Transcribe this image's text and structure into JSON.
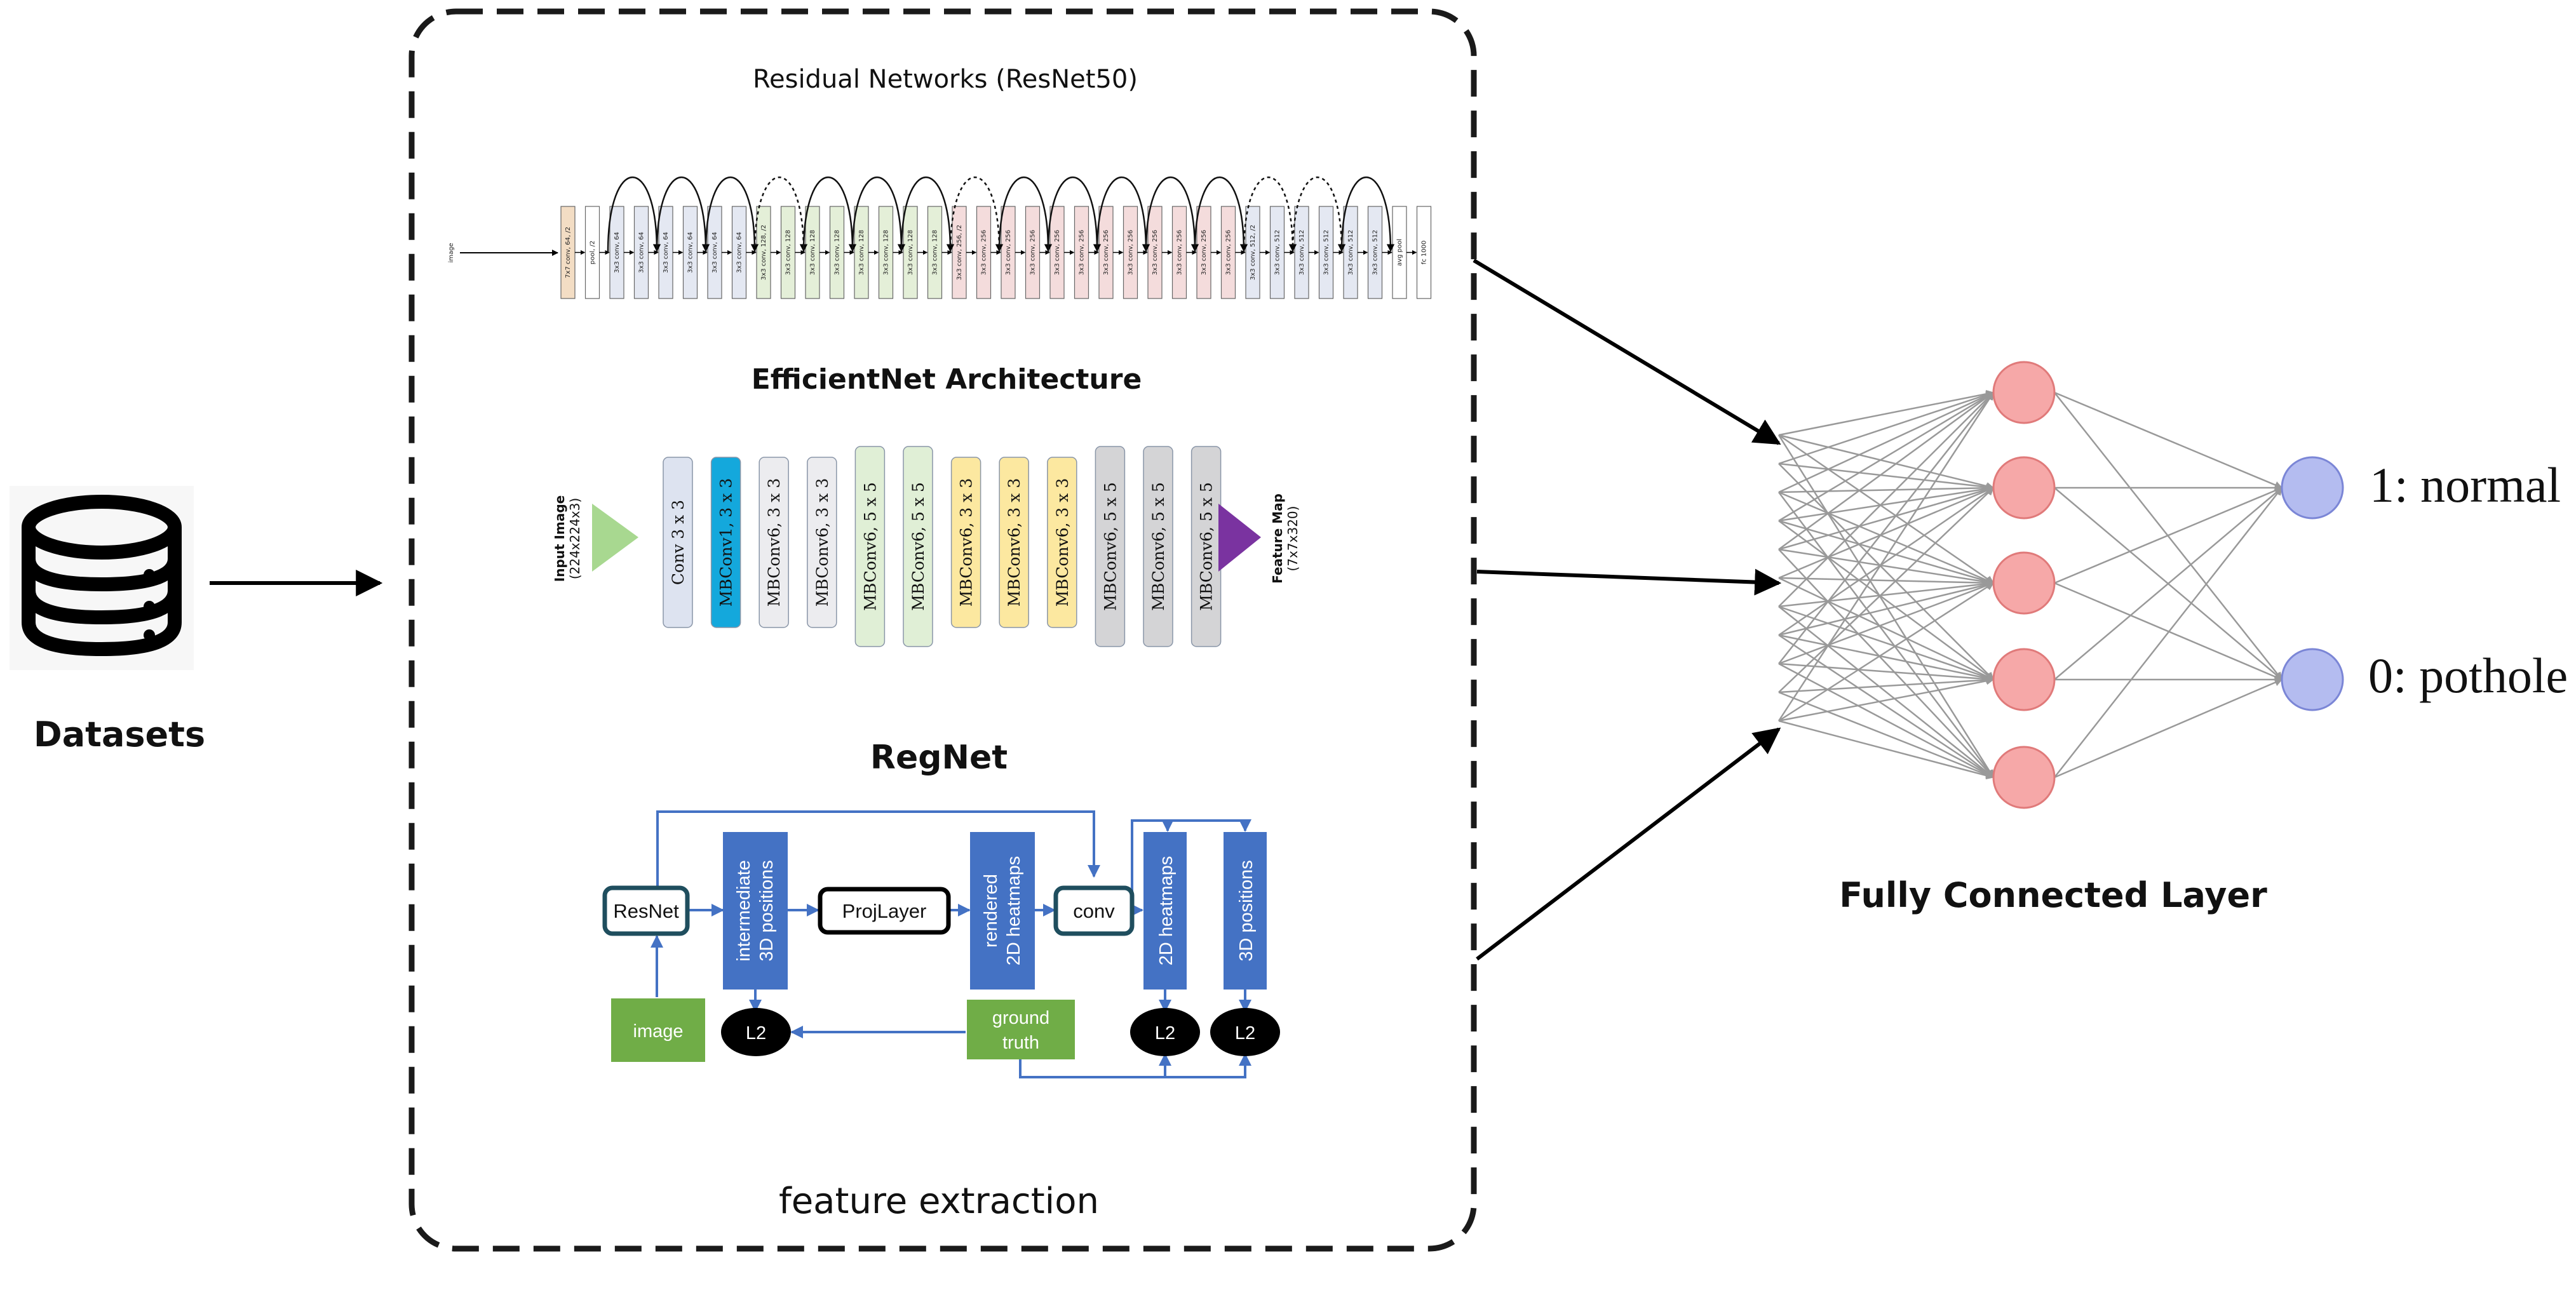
{
  "datasets": {
    "label": "Datasets",
    "icon": "database-icon"
  },
  "feature_box": {
    "caption": "feature extraction"
  },
  "resnet": {
    "title": "Residual Networks (ResNet50)",
    "input_label": "image",
    "blocks": [
      {
        "label": "7x7 conv, 64, /2",
        "group": "stem"
      },
      {
        "label": "pool, /2",
        "group": "pool"
      },
      {
        "label": "3x3 conv, 64",
        "group": "c64"
      },
      {
        "label": "3x3 conv, 64",
        "group": "c64"
      },
      {
        "label": "3x3 conv, 64",
        "group": "c64"
      },
      {
        "label": "3x3 conv, 64",
        "group": "c64"
      },
      {
        "label": "3x3 conv, 64",
        "group": "c64"
      },
      {
        "label": "3x3 conv, 64",
        "group": "c64"
      },
      {
        "label": "3x3 conv, 128, /2",
        "group": "c128"
      },
      {
        "label": "3x3 conv, 128",
        "group": "c128"
      },
      {
        "label": "3x3 conv, 128",
        "group": "c128"
      },
      {
        "label": "3x3 conv, 128",
        "group": "c128"
      },
      {
        "label": "3x3 conv, 128",
        "group": "c128"
      },
      {
        "label": "3x3 conv, 128",
        "group": "c128"
      },
      {
        "label": "3x3 conv, 128",
        "group": "c128"
      },
      {
        "label": "3x3 conv, 128",
        "group": "c128"
      },
      {
        "label": "3x3 conv, 256, /2",
        "group": "c256"
      },
      {
        "label": "3x3 conv, 256",
        "group": "c256"
      },
      {
        "label": "3x3 conv, 256",
        "group": "c256"
      },
      {
        "label": "3x3 conv, 256",
        "group": "c256"
      },
      {
        "label": "3x3 conv, 256",
        "group": "c256"
      },
      {
        "label": "3x3 conv, 256",
        "group": "c256"
      },
      {
        "label": "3x3 conv, 256",
        "group": "c256"
      },
      {
        "label": "3x3 conv, 256",
        "group": "c256"
      },
      {
        "label": "3x3 conv, 256",
        "group": "c256"
      },
      {
        "label": "3x3 conv, 256",
        "group": "c256"
      },
      {
        "label": "3x3 conv, 256",
        "group": "c256"
      },
      {
        "label": "3x3 conv, 256",
        "group": "c256"
      },
      {
        "label": "3x3 conv, 512, /2",
        "group": "c512"
      },
      {
        "label": "3x3 conv, 512",
        "group": "c512"
      },
      {
        "label": "3x3 conv, 512",
        "group": "c512"
      },
      {
        "label": "3x3 conv, 512",
        "group": "c512"
      },
      {
        "label": "3x3 conv, 512",
        "group": "c512"
      },
      {
        "label": "3x3 conv, 512",
        "group": "c512"
      },
      {
        "label": "avg pool",
        "group": "pool"
      },
      {
        "label": "fc 1000",
        "group": "fc"
      }
    ],
    "colors": {
      "stem": "#f3ddc4",
      "pool": "#ffffff",
      "c64": "#e4e8f2",
      "c128": "#e4efd8",
      "c256": "#f4dcdc",
      "c512": "#e4e8f2",
      "fc": "#ffffff"
    }
  },
  "efficientnet": {
    "title": "EfficientNet Architecture",
    "input_label": "Input Image",
    "input_size": "(224x224x3)",
    "output_label": "Feature Map",
    "output_size": "(7x7x320)",
    "blocks": [
      {
        "label": "Conv 3 x 3",
        "color": "#dde3f0",
        "tall": false
      },
      {
        "label": "MBConv1, 3 x 3",
        "color": "#14a8dc",
        "tall": false
      },
      {
        "label": "MBConv6, 3 x 3",
        "color": "#ececef",
        "tall": false
      },
      {
        "label": "MBConv6, 3 x 3",
        "color": "#ececef",
        "tall": false
      },
      {
        "label": "MBConv6, 5 x 5",
        "color": "#e0efd6",
        "tall": true
      },
      {
        "label": "MBConv6, 5 x 5",
        "color": "#e0efd6",
        "tall": true
      },
      {
        "label": "MBConv6, 3 x 3",
        "color": "#fce8a0",
        "tall": false
      },
      {
        "label": "MBConv6, 3 x 3",
        "color": "#fce8a0",
        "tall": false
      },
      {
        "label": "MBConv6, 3 x 3",
        "color": "#fce8a0",
        "tall": false
      },
      {
        "label": "MBConv6, 5 x 5",
        "color": "#d4d4d6",
        "tall": true
      },
      {
        "label": "MBConv6, 5 x 5",
        "color": "#d4d4d6",
        "tall": true
      },
      {
        "label": "MBConv6, 5 x 5",
        "color": "#d4d4d6",
        "tall": true
      }
    ],
    "input_color": "#a8d890",
    "output_color": "#7a33a0"
  },
  "regnet": {
    "title": "RegNet",
    "resnet": "ResNet",
    "positions3d_intermediate": "intermediate 3D positions",
    "projlayer": "ProjLayer",
    "rendered_heatmaps": "rendered 2D heatmaps",
    "conv": "conv",
    "heatmaps2d": "2D heatmaps",
    "positions3d": "3D positions",
    "image": "image",
    "ground_truth": "ground truth",
    "l2": "L2",
    "colors": {
      "blue": "#4472c4",
      "green": "#70ad47",
      "dark_border": "#1f4e5e"
    }
  },
  "fc": {
    "title": "Fully Connected Layer",
    "hidden_color": "#f6a8a8",
    "output_color": "#b4bcf0",
    "outputs": [
      "1: normal",
      "0: pothole"
    ]
  }
}
